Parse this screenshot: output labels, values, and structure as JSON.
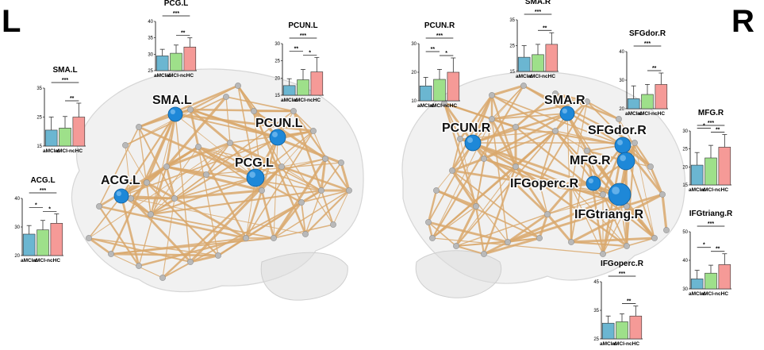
{
  "hemispheres": {
    "left": "L",
    "right": "R"
  },
  "colors": {
    "aMCI-c": "#6bb6d1",
    "aMCI-nc": "#9ee08a",
    "HC": "#f59a97",
    "edge": "#d9a86c",
    "node_gray": "#b9b9b9",
    "node_hub": "#1e88d8"
  },
  "hub_labels": {
    "sma_l": "SMA.L",
    "pcun_l": "PCUN.L",
    "acg_l": "ACG.L",
    "pcg_l": "PCG.L",
    "pcun_r": "PCUN.R",
    "sma_r": "SMA.R",
    "sfgdor_r": "SFGdor.R",
    "mfg_r": "MFG.R",
    "ifgoperc_r": "IFGoperc.R",
    "ifgtriang_r": "IFGtriang.R"
  },
  "chart_data": [
    {
      "id": "pcg_l",
      "type": "bar",
      "title": "PCG.L",
      "categories": [
        "aMCI-c",
        "aMCI-nc",
        "HC"
      ],
      "values": [
        29.5,
        30.3,
        32.2
      ],
      "errors": [
        2.0,
        2.5,
        2.8
      ],
      "ylim": [
        25,
        40
      ],
      "yticks": [
        25,
        30,
        35,
        40
      ],
      "significance": [
        {
          "pair": [
            0,
            2
          ],
          "label": "***"
        },
        {
          "pair": [
            1,
            2
          ],
          "label": "**"
        }
      ]
    },
    {
      "id": "pcun_l",
      "type": "bar",
      "title": "PCUN.L",
      "categories": [
        "aMCI-c",
        "aMCI-nc",
        "HC"
      ],
      "values": [
        17.8,
        19.5,
        21.8
      ],
      "errors": [
        2.0,
        3.0,
        4.2
      ],
      "ylim": [
        15,
        30
      ],
      "yticks": [
        15,
        20,
        25,
        30
      ],
      "significance": [
        {
          "pair": [
            0,
            2
          ],
          "label": "***"
        },
        {
          "pair": [
            1,
            2
          ],
          "label": "*"
        },
        {
          "pair": [
            0,
            1
          ],
          "label": "**"
        }
      ]
    },
    {
      "id": "sma_l",
      "type": "bar",
      "title": "SMA.L",
      "categories": [
        "aMCI-c",
        "aMCI-nc",
        "HC"
      ],
      "values": [
        20.5,
        21.2,
        25.0
      ],
      "errors": [
        4.5,
        4.0,
        4.8
      ],
      "ylim": [
        15,
        35
      ],
      "yticks": [
        15,
        25,
        35
      ],
      "significance": [
        {
          "pair": [
            0,
            2
          ],
          "label": "***"
        },
        {
          "pair": [
            1,
            2
          ],
          "label": "**"
        }
      ]
    },
    {
      "id": "acg_l",
      "type": "bar",
      "title": "ACG.L",
      "categories": [
        "aMCI-c",
        "aMCI-nc",
        "HC"
      ],
      "values": [
        27.5,
        29.0,
        31.3
      ],
      "errors": [
        3.0,
        3.3,
        3.3
      ],
      "ylim": [
        20,
        40
      ],
      "yticks": [
        20,
        30,
        40
      ],
      "significance": [
        {
          "pair": [
            0,
            2
          ],
          "label": "***"
        },
        {
          "pair": [
            1,
            2
          ],
          "label": "*"
        },
        {
          "pair": [
            0,
            1
          ],
          "label": "*"
        }
      ]
    },
    {
      "id": "pcun_r",
      "type": "bar",
      "title": "PCUN.R",
      "categories": [
        "aMCI-c",
        "aMCI-nc",
        "HC"
      ],
      "values": [
        15.2,
        17.5,
        20.0
      ],
      "errors": [
        3.0,
        3.5,
        5.0
      ],
      "ylim": [
        10,
        30
      ],
      "yticks": [
        10,
        20,
        30
      ],
      "significance": [
        {
          "pair": [
            0,
            2
          ],
          "label": "***"
        },
        {
          "pair": [
            1,
            2
          ],
          "label": "*"
        },
        {
          "pair": [
            0,
            1
          ],
          "label": "**"
        }
      ]
    },
    {
      "id": "sma_r",
      "type": "bar",
      "title": "SMA.R",
      "categories": [
        "aMCI-c",
        "aMCI-nc",
        "HC"
      ],
      "values": [
        20.5,
        21.5,
        25.5
      ],
      "errors": [
        4.5,
        4.0,
        4.5
      ],
      "ylim": [
        15,
        35
      ],
      "yticks": [
        15,
        25,
        35
      ],
      "significance": [
        {
          "pair": [
            0,
            2
          ],
          "label": "***"
        },
        {
          "pair": [
            1,
            2
          ],
          "label": "**"
        }
      ]
    },
    {
      "id": "sfgdor_r",
      "type": "bar",
      "title": "SFGdor.R",
      "categories": [
        "aMCI-c",
        "aMCI-nc",
        "HC"
      ],
      "values": [
        23.5,
        25.0,
        28.5
      ],
      "errors": [
        4.5,
        3.5,
        4.0
      ],
      "ylim": [
        20,
        40
      ],
      "yticks": [
        20,
        30,
        40
      ],
      "significance": [
        {
          "pair": [
            0,
            2
          ],
          "label": "***"
        },
        {
          "pair": [
            1,
            2
          ],
          "label": "**"
        }
      ]
    },
    {
      "id": "mfg_r",
      "type": "bar",
      "title": "MFG.R",
      "categories": [
        "aMCI-c",
        "aMCI-nc",
        "HC"
      ],
      "values": [
        20.5,
        22.5,
        25.5
      ],
      "errors": [
        3.5,
        3.5,
        3.5
      ],
      "ylim": [
        15,
        30
      ],
      "yticks": [
        15,
        20,
        25,
        30
      ],
      "significance": [
        {
          "pair": [
            0,
            2
          ],
          "label": "***"
        },
        {
          "pair": [
            1,
            2
          ],
          "label": "**"
        },
        {
          "pair": [
            0,
            1
          ],
          "label": "*"
        }
      ]
    },
    {
      "id": "ifgtriang_r",
      "type": "bar",
      "title": "IFGtriang.R",
      "categories": [
        "aMCI-c",
        "aMCI-nc",
        "HC"
      ],
      "values": [
        33.5,
        35.5,
        38.5
      ],
      "errors": [
        3.0,
        2.8,
        3.8
      ],
      "ylim": [
        30,
        50
      ],
      "yticks": [
        30,
        40,
        50
      ],
      "significance": [
        {
          "pair": [
            0,
            2
          ],
          "label": "***"
        },
        {
          "pair": [
            1,
            2
          ],
          "label": "**"
        },
        {
          "pair": [
            0,
            1
          ],
          "label": "*"
        }
      ]
    },
    {
      "id": "ifgoperc_r",
      "type": "bar",
      "title": "IFGoperc.R",
      "categories": [
        "aMCI-c",
        "aMCI-nc",
        "HC"
      ],
      "values": [
        30.5,
        31.0,
        33.0
      ],
      "errors": [
        2.5,
        2.8,
        3.5
      ],
      "ylim": [
        25,
        45
      ],
      "yticks": [
        25,
        35,
        45
      ],
      "significance": [
        {
          "pair": [
            0,
            2
          ],
          "label": "***"
        },
        {
          "pair": [
            1,
            2
          ],
          "label": "**"
        }
      ]
    }
  ]
}
